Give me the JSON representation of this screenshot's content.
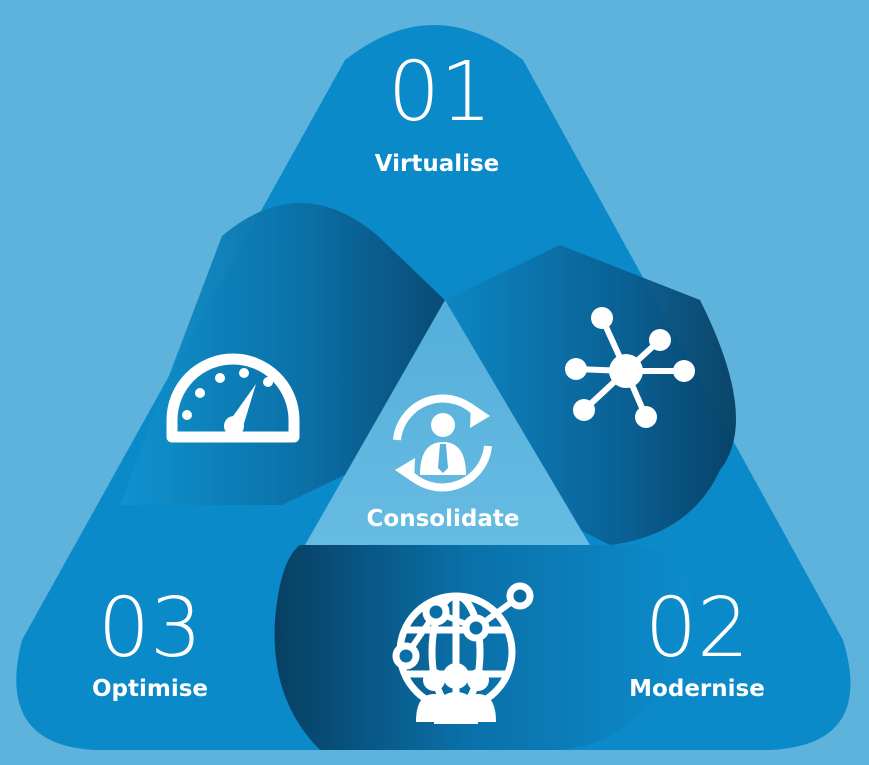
{
  "colors": {
    "background": "#5eb3dc",
    "band": "#0a8ac9",
    "band_dark": "#0b4f7a",
    "center": "#58b2dc",
    "text": "#ffffff"
  },
  "steps": [
    {
      "number": "01",
      "label": "Virtualise",
      "icon": "network-hub-icon"
    },
    {
      "number": "02",
      "label": "Modernise",
      "icon": "global-team-icon"
    },
    {
      "number": "03",
      "label": "Optimise",
      "icon": "speedometer-icon"
    }
  ],
  "center": {
    "label": "Consolidate",
    "icon": "person-refresh-cycle-icon"
  }
}
